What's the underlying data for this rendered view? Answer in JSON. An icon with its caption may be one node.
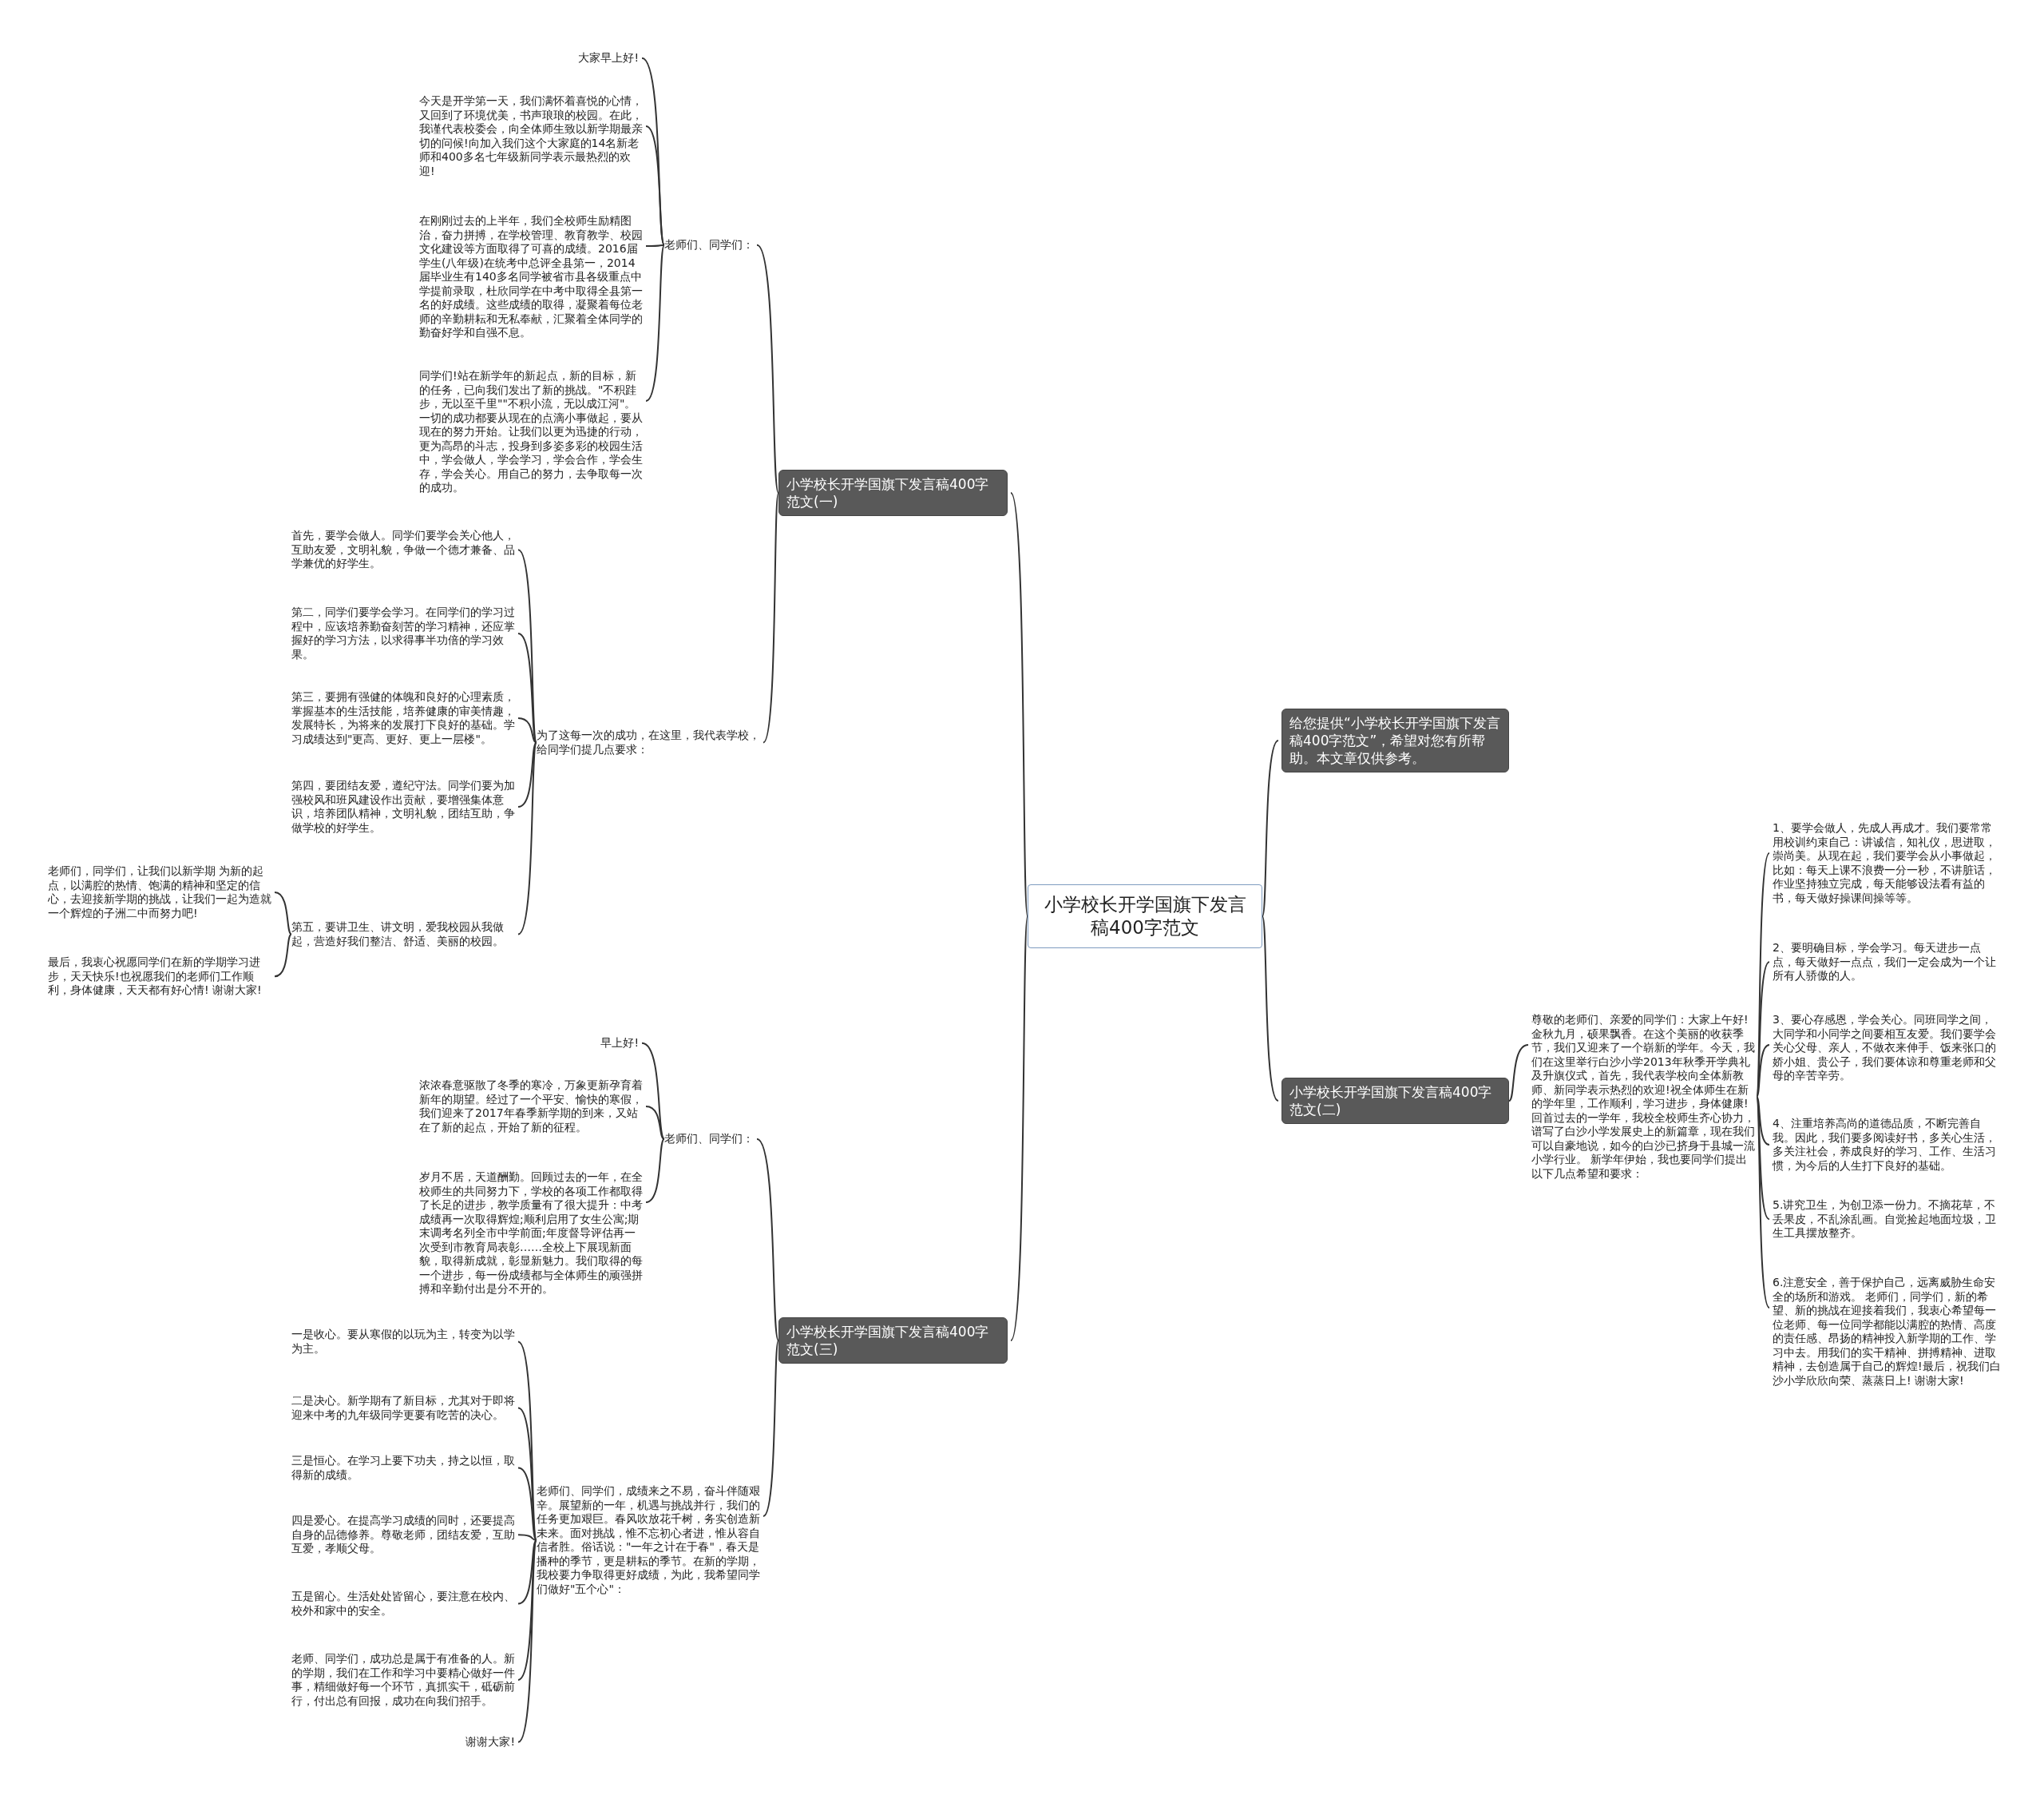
{
  "diagram": {
    "nodes": [
      {
        "text": [
          "小学校长开学国旗下发言稿400字范文"
        ]
      },
      {
        "text": [
          "小学校长开学国旗下发言稿400字范文(一)"
        ]
      },
      {
        "text": [
          "老师们、同学们："
        ]
      },
      {
        "text": [
          "大家早上好!"
        ]
      },
      {
        "text": [
          "今天是开学第一天，我们满怀着喜悦的心情，又回到了环境优美，书声琅琅的校园。在此，我谨代表校委会，向全体师生致以新学期最亲切的问候!向加入我们这个大家庭的14名新老师和400多名七年级新同学表示最热烈的欢迎!"
        ]
      },
      {
        "text": [
          "在刚刚过去的上半年，我们全校师生励精图治，奋力拼搏，在学校管理、教育教学、校园文化建设等方面取得了可喜的成绩。2016届学生(八年级)在统考中总评全县第一，2014届毕业生有140多名同学被省市县各级重点中学提前录取，杜欣同学在中考中取得全县第一名的好成绩。这些成绩的取得，凝聚着每位老师的辛勤耕耘和无私奉献，汇聚着全体同学的勤奋好学和自强不息。"
        ]
      },
      {
        "text": [
          "同学们!站在新学年的新起点，新的目标，新的任务，已向我们发出了新的挑战。\"不积跬步，无以至千里\"\"不积小流，无以成江河\"。一切的成功都要从现在的点滴小事做起，要从现在的努力开始。让我们以更为迅捷的行动，更为高昂的斗志，投身到多姿多彩的校园生活中，学会做人，学会学习，学会合作，学会生存，学会关心。用自己的努力，去争取每一次的成功。"
        ]
      },
      {
        "text": [
          "为了这每一次的成功，在这里，我代表学校，给同学们提几点要求："
        ]
      },
      {
        "text": [
          "首先，要学会做人。同学们要学会关心他人，互助友爱，文明礼貌，争做一个德才兼备、品学兼优的好学生。"
        ]
      },
      {
        "text": [
          "第二，同学们要学会学习。在同学们的学习过程中，应该培养勤奋刻苦的学习精神，还应掌握好的学习方法，以求得事半功倍的学习效果。"
        ]
      },
      {
        "text": [
          "第三，要拥有强健的体魄和良好的心理素质，掌握基本的生活技能，培养健康的审美情趣，发展特长，为将来的发展打下良好的基础。学习成绩达到\"更高、更好、更上一层楼\"。"
        ]
      },
      {
        "text": [
          "第四，要团结友爱，遵纪守法。同学们要为加强校风和班风建设作出贡献，要增强集体意识，培养团队精神，文明礼貌，团结互助，争做学校的好学生。"
        ]
      },
      {
        "text": [
          "第五，要讲卫生、讲文明，爱我校园从我做起，营造好我们整洁、舒适、美丽的校园。"
        ]
      },
      {
        "text": [
          "老师们，同学们，让我们以新学期 为新的起点，以满腔的热情、饱满的精神和坚定的信心，去迎接新学期的挑战，让我们一起为造就一个辉煌的子洲二中而努力吧!"
        ]
      },
      {
        "text": [
          "最后，我衷心祝愿同学们在新的学期学习进步，天天快乐!也祝愿我们的老师们工作顺利，身体健康，天天都有好心情! 谢谢大家!"
        ]
      },
      {
        "text": [
          "给您提供“小学校长开学国旗下发言稿400字范文”，希望对您有所帮助。本文章仅供参考。"
        ]
      },
      {
        "text": [
          "小学校长开学国旗下发言稿400字范文(二)"
        ]
      },
      {
        "text": [
          "尊敬的老师们、亲爱的同学们：大家上午好!金秋九月，硕果飘香。在这个美丽的收获季节，我们又迎来了一个崭新的学年。今天，我们在这里举行白沙小学2013年秋季开学典礼及升旗仪式，首先，我代表学校向全体新教师、新同学表示热烈的欢迎!祝全体师生在新的学年里，工作顺利，学习进步，身体健康!回首过去的一学年，我校全校师生齐心协力，谱写了白沙小学发展史上的新篇章，现在我们可以自豪地说，如今的白沙已挤身于县城一流小学行业。 新学年伊始，我也要同学们提出以下几点希望和要求："
        ]
      },
      {
        "text": [
          "1、要学会做人，先成人再成才。我们要常常用校训约束自己：讲诚信，知礼仪，思进取，崇尚美。从现在起，我们要学会从小事做起，比如：每天上课不浪费一分一秒，不讲脏话，作业坚持独立完成，每天能够设法看有益的书，每天做好操课间操等等。"
        ]
      },
      {
        "text": [
          "2、要明确目标，学会学习。每天进步一点点，每天做好一点点，我们一定会成为一个让所有人骄傲的人。"
        ]
      },
      {
        "text": [
          "3、要心存感恩，学会关心。同班同学之间，大同学和小同学之间要相互友爱。我们要学会关心父母、亲人，不做衣来伸手、饭来张口的娇小姐、贵公子，我们要体谅和尊重老师和父母的辛苦辛劳。"
        ]
      },
      {
        "text": [
          "4、注重培养高尚的道德品质，不断完善自我。因此，我们要多阅读好书，多关心生活，多关注社会，养成良好的学习、工作、生活习惯，为今后的人生打下良好的基础。"
        ]
      },
      {
        "text": [
          "5.讲究卫生，为创卫添一份力。不摘花草，不丢果皮，不乱涂乱画。自觉捡起地面垃圾，卫生工具摆放整齐。"
        ]
      },
      {
        "text": [
          "6.注意安全，善于保护自己，远离威胁生命安全的场所和游戏。 老师们，同学们，新的希望、新的挑战在迎接着我们，我衷心希望每一位老师、每一位同学都能以满腔的热情、高度的责任感、昂扬的精神投入新学期的工作、学习中去。用我们的实干精神、拼搏精神、进取精神，去创造属于自己的辉煌!最后，祝我们白沙小学欣欣向荣、蒸蒸日上! 谢谢大家!"
        ]
      },
      {
        "text": [
          "小学校长开学国旗下发言稿400字范文(三)"
        ]
      },
      {
        "text": [
          "老师们、同学们："
        ]
      },
      {
        "text": [
          "早上好!"
        ]
      },
      {
        "text": [
          "浓浓春意驱散了冬季的寒冷，万象更新孕育着新年的期望。经过了一个平安、愉快的寒假，我们迎来了2017年春季新学期的到来，又站在了新的起点，开始了新的征程。"
        ]
      },
      {
        "text": [
          "岁月不居，天道酬勤。回顾过去的一年，在全校师生的共同努力下，学校的各项工作都取得了长足的进步，教学质量有了很大提升：中考成绩再一次取得辉煌;顺利启用了女生公寓;期末调考名列全市中学前面;年度督导评估再一次受到市教育局表彰……全校上下展现新面貌，取得新成就，彰显新魅力。我们取得的每一个进步，每一份成绩都与全体师生的顽强拼搏和辛勤付出是分不开的。"
        ]
      },
      {
        "text": [
          "老师们、同学们，成绩来之不易，奋斗伴随艰辛。展望新的一年，机遇与挑战并行，我们的任务更加艰巨。春风吹放花千树，务实创造新未来。面对挑战，惟不忘初心者进，惟从容自信者胜。俗话说：\"一年之计在于春\"，春天是播种的季节，更是耕耘的季节。在新的学期，我校要力争取得更好成绩，为此，我希望同学们做好\"五个心\"："
        ]
      },
      {
        "text": [
          "一是收心。要从寒假的以玩为主，转变为以学为主。"
        ]
      },
      {
        "text": [
          "二是决心。新学期有了新目标，尤其对于即将迎来中考的九年级同学更要有吃苦的决心。"
        ]
      },
      {
        "text": [
          "三是恒心。在学习上要下功夫，持之以恒，取得新的成绩。"
        ]
      },
      {
        "text": [
          "四是爱心。在提高学习成绩的同时，还要提高自身的品德修养。尊敬老师，团结友爱，互助互爱，孝顺父母。"
        ]
      },
      {
        "text": [
          "五是留心。生活处处皆留心，要注意在校内、校外和家中的安全。"
        ]
      },
      {
        "text": [
          "老师、同学们，成功总是属于有准备的人。新的学期，我们在工作和学习中要精心做好一件事，精细做好每一个环节，真抓实干，砥砺前行，付出总有回报，成功在向我们招手。"
        ]
      },
      {
        "text": [
          "谢谢大家!"
        ]
      }
    ],
    "edges": [
      {
        "from": 0,
        "to": 1,
        "arrow": "none"
      },
      {
        "from": 0,
        "to": 15,
        "arrow": "none"
      },
      {
        "from": 0,
        "to": 16,
        "arrow": "none"
      },
      {
        "from": 0,
        "to": 24,
        "arrow": "none"
      },
      {
        "from": 1,
        "to": 2,
        "arrow": "none"
      },
      {
        "from": 1,
        "to": 7,
        "arrow": "none"
      },
      {
        "from": 2,
        "to": 3,
        "arrow": "none"
      },
      {
        "from": 2,
        "to": 4,
        "arrow": "none"
      },
      {
        "from": 2,
        "to": 5,
        "arrow": "none"
      },
      {
        "from": 2,
        "to": 6,
        "arrow": "none"
      },
      {
        "from": 7,
        "to": 8,
        "arrow": "none"
      },
      {
        "from": 7,
        "to": 9,
        "arrow": "none"
      },
      {
        "from": 7,
        "to": 10,
        "arrow": "none"
      },
      {
        "from": 7,
        "to": 11,
        "arrow": "none"
      },
      {
        "from": 7,
        "to": 12,
        "arrow": "none"
      },
      {
        "from": 12,
        "to": 13,
        "arrow": "none"
      },
      {
        "from": 12,
        "to": 14,
        "arrow": "none"
      },
      {
        "from": 16,
        "to": 17,
        "arrow": "none"
      },
      {
        "from": 17,
        "to": 18,
        "arrow": "none"
      },
      {
        "from": 17,
        "to": 19,
        "arrow": "none"
      },
      {
        "from": 17,
        "to": 20,
        "arrow": "none"
      },
      {
        "from": 17,
        "to": 21,
        "arrow": "none"
      },
      {
        "from": 17,
        "to": 22,
        "arrow": "none"
      },
      {
        "from": 17,
        "to": 23,
        "arrow": "none"
      },
      {
        "from": 24,
        "to": 25,
        "arrow": "none"
      },
      {
        "from": 24,
        "to": 29,
        "arrow": "none"
      },
      {
        "from": 25,
        "to": 26,
        "arrow": "none"
      },
      {
        "from": 25,
        "to": 27,
        "arrow": "none"
      },
      {
        "from": 25,
        "to": 28,
        "arrow": "none"
      },
      {
        "from": 29,
        "to": 30,
        "arrow": "none"
      },
      {
        "from": 29,
        "to": 31,
        "arrow": "none"
      },
      {
        "from": 29,
        "to": 32,
        "arrow": "none"
      },
      {
        "from": 29,
        "to": 33,
        "arrow": "none"
      },
      {
        "from": 29,
        "to": 34,
        "arrow": "none"
      },
      {
        "from": 29,
        "to": 35,
        "arrow": "none"
      },
      {
        "from": 29,
        "to": 36,
        "arrow": "none"
      }
    ]
  }
}
